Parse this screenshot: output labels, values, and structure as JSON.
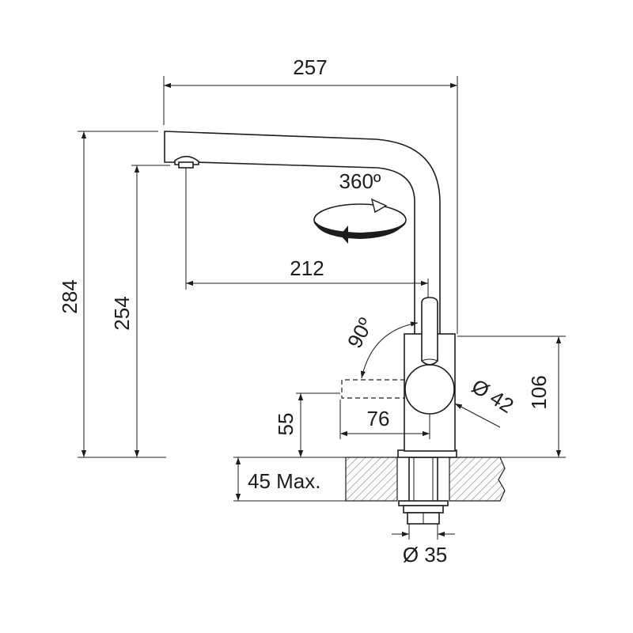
{
  "dimensions": {
    "overall_width": "257",
    "overall_height": "284",
    "spout_height": "254",
    "spout_reach": "212",
    "lever_clearance": "55",
    "lever_swing": "76",
    "body_height": "106",
    "body_diameter": "Ø 42",
    "hole_diameter": "Ø 35",
    "countertop_thickness": "45 Max."
  },
  "angles": {
    "spout_rotation": "360º",
    "lever_angle": "90º"
  },
  "colors": {
    "ink": "#1d1d1b",
    "hatch": "#8a8a8a"
  }
}
